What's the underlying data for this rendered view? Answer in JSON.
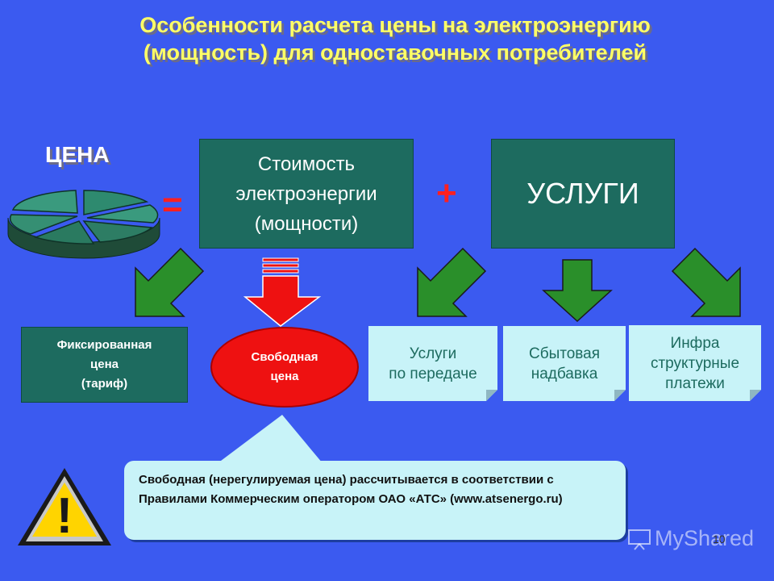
{
  "title": {
    "line1": "Особенности расчета цены на электроэнергию",
    "line2": "(мощность)  для одноставочных потребителей"
  },
  "price_label": "ЦЕНА",
  "operators": {
    "equals": "=",
    "plus": "+"
  },
  "cost_box": {
    "line1": "Стоимость",
    "line2": "электроэнергии",
    "line3": "(мощности)"
  },
  "services_box": {
    "label": "УСЛУГИ"
  },
  "fixed_price": {
    "line1": "Фиксированная",
    "line2": "цена",
    "line3": "(тариф)"
  },
  "free_price": {
    "line1": "Свободная",
    "line2": "цена"
  },
  "service_items": [
    {
      "line1": "Услуги",
      "line2": "по передаче",
      "line3": ""
    },
    {
      "line1": "Сбытовая",
      "line2": "надбавка",
      "line3": ""
    },
    {
      "line1": "Инфра",
      "line2": "структурные",
      "line3": "платежи"
    }
  ],
  "callout": {
    "text": "Свободная (нерегулируемая цена) рассчитывается в соответствии с Правилами Коммерческим оператором ОАО «АТС» (www.atsenergo.ru)"
  },
  "warning_symbol": "!",
  "page_number": "10",
  "watermark": "MyShared",
  "colors": {
    "background": "#3b5af0",
    "title": "#ffff66",
    "dark_teal": "#1d6b5f",
    "light_cyan": "#c8f3f8",
    "red": "#ee1111",
    "arrow_green": "#2a8f2a"
  },
  "icons": {
    "pie": "pie-chart-icon",
    "warning": "warning-triangle-icon"
  }
}
